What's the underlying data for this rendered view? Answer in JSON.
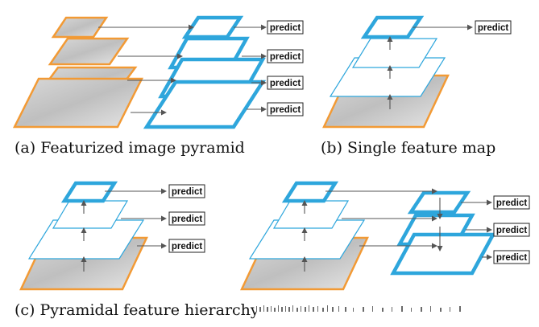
{
  "panels": {
    "a": {
      "caption": "(a) Featurized image pyramid"
    },
    "b": {
      "caption": "(b) Single feature map"
    },
    "c": {
      "caption": "(c) Pyramidal feature hierarchy"
    },
    "d": {
      "caption": ""
    }
  },
  "labels": {
    "predict": "predict"
  },
  "colors": {
    "feature_map_stroke": "#2ea6dc",
    "image_frame_stroke": "#f29a35",
    "arrow": "#555555"
  }
}
